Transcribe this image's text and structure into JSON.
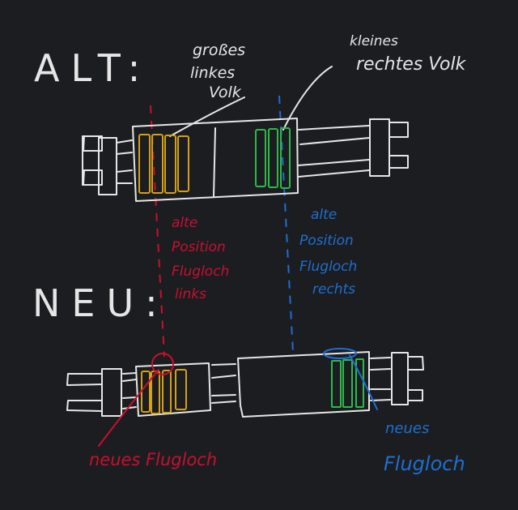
{
  "colors": {
    "background": "#1c1d21",
    "ink_white": "#e6e6e6",
    "ink_yellow": "#d4a017",
    "ink_green": "#2fb84a",
    "ink_red": "#c8102e",
    "ink_blue": "#1e6fd0"
  },
  "headings": {
    "old": "ALT:",
    "new": "NEU:"
  },
  "labels": {
    "large_left_colony": [
      "großes",
      "linkes",
      "Volk"
    ],
    "small_right_colony": [
      "kleines",
      "rechtes Volk"
    ],
    "old_entrance_left": [
      "alte",
      "Position",
      "Flugloch",
      "links"
    ],
    "old_entrance_right": [
      "alte",
      "Position",
      "Flugloch",
      "rechts"
    ],
    "new_entrance_left": "neues Flugloch",
    "new_entrance_right": [
      "neues",
      "Flugloch"
    ]
  },
  "diagram": {
    "old_hive": {
      "left_frames": 4,
      "right_frames": 3,
      "divider": true
    },
    "new_hive": {
      "left_frames": 4,
      "right_frames": 3
    }
  }
}
